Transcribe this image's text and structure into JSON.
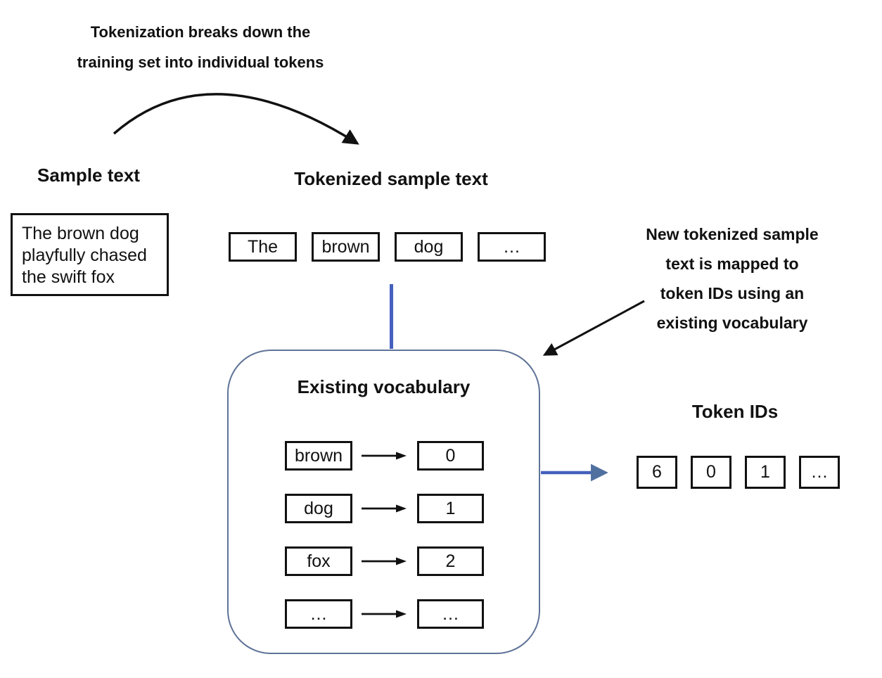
{
  "colors": {
    "ink": "#111111",
    "accent_blue": "#4560bd",
    "arrowhead_blue": "#50709f",
    "panel_border": "#5f7398",
    "background": "#ffffff"
  },
  "annotations": {
    "top": {
      "lines": [
        "Tokenization breaks down the",
        "training set into individual tokens"
      ]
    },
    "right": {
      "lines": [
        "New tokenized sample",
        "text is mapped to",
        "token IDs using an",
        "existing vocabulary"
      ]
    }
  },
  "sample": {
    "heading": "Sample text",
    "text_lines": [
      "The brown dog",
      "playfully chased",
      "the swift fox"
    ]
  },
  "tokenized": {
    "heading": "Tokenized sample text",
    "tokens": [
      "The",
      "brown",
      "dog",
      "…"
    ]
  },
  "vocabulary": {
    "heading": "Existing vocabulary",
    "entries": [
      {
        "token": "brown",
        "id": "0"
      },
      {
        "token": "dog",
        "id": "1"
      },
      {
        "token": "fox",
        "id": "2"
      },
      {
        "token": "…",
        "id": "…"
      }
    ]
  },
  "token_ids": {
    "heading": "Token IDs",
    "ids": [
      "6",
      "0",
      "1",
      "…"
    ]
  }
}
